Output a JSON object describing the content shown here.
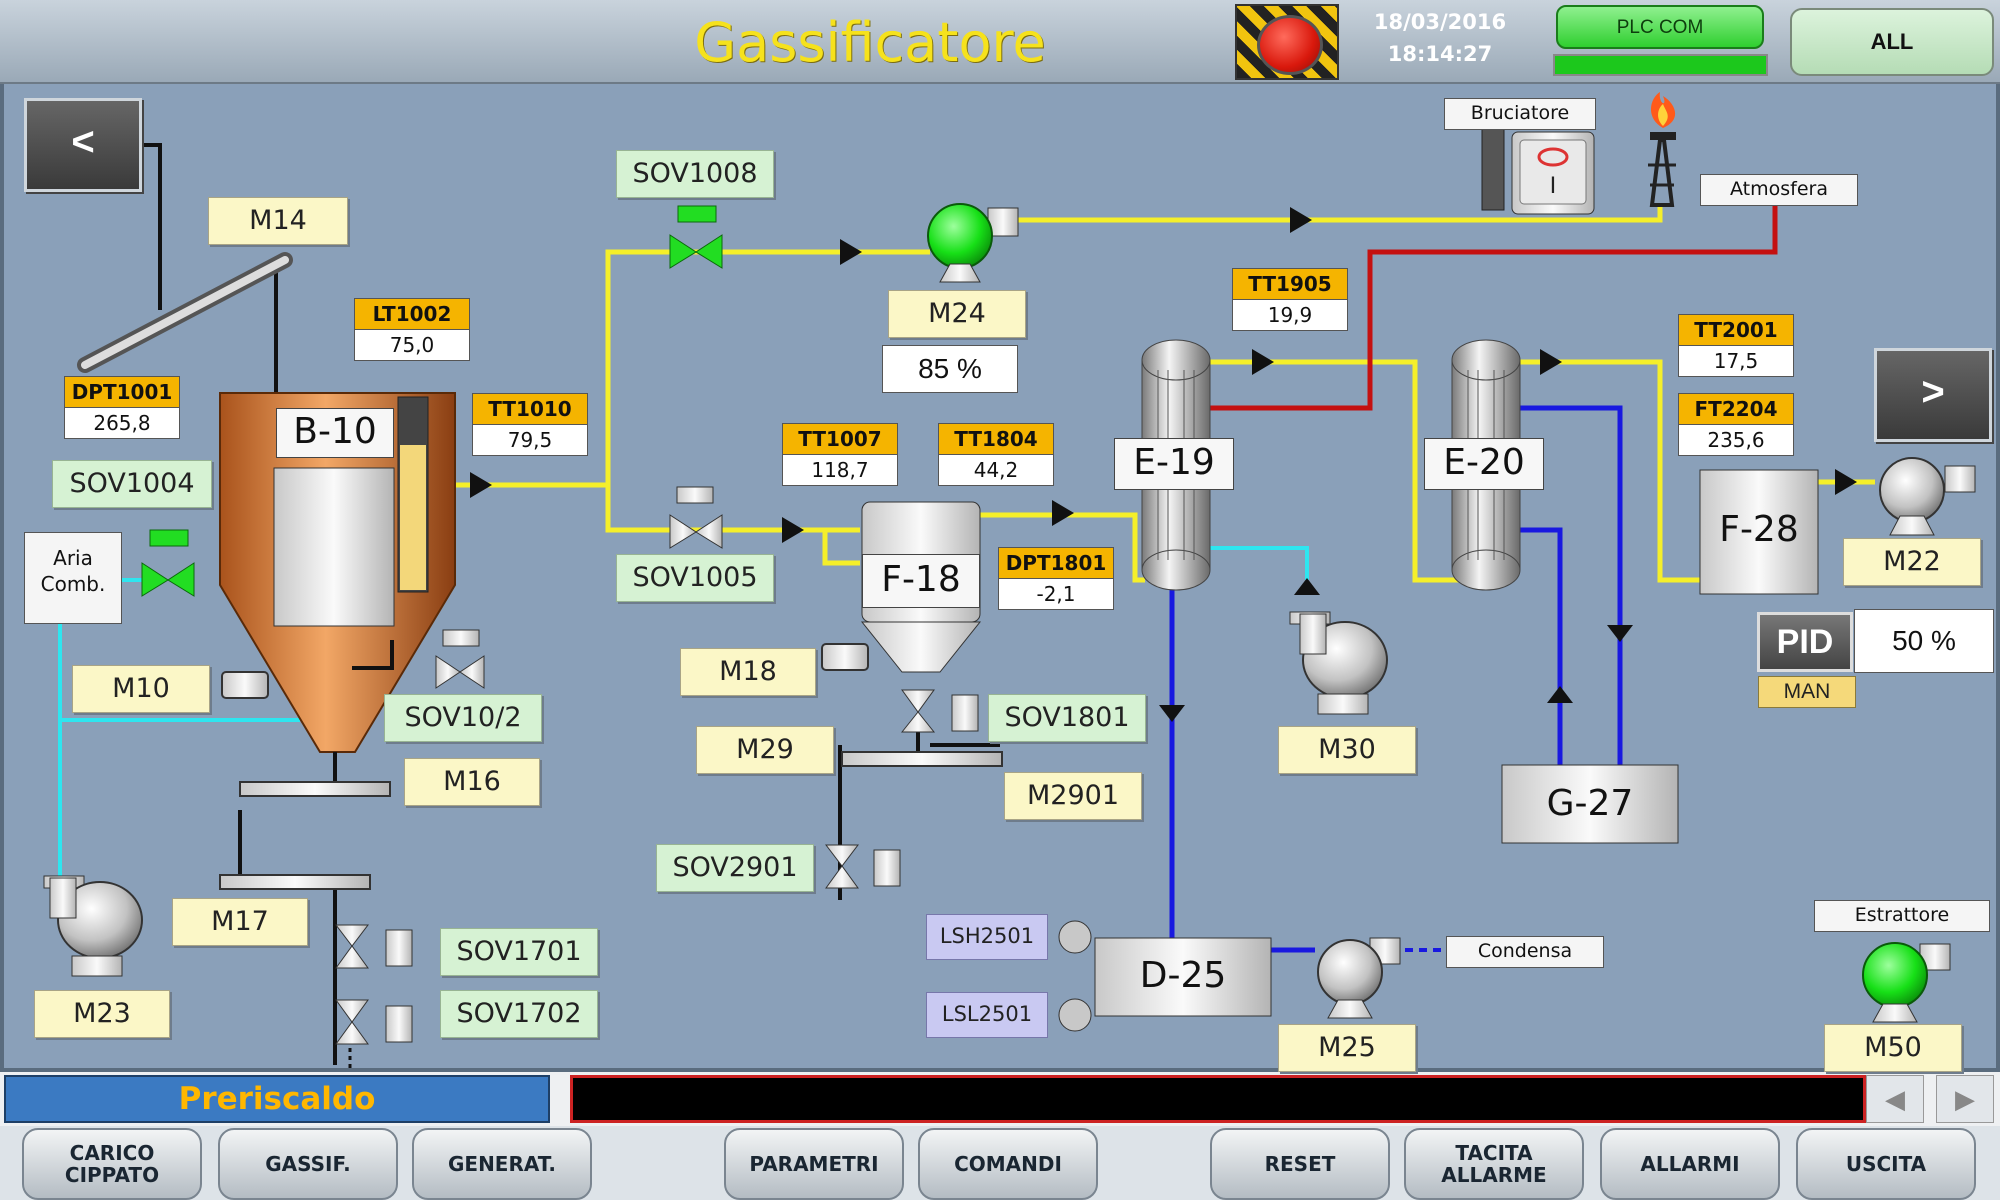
{
  "header": {
    "title": "Gassificatore",
    "date": "18/03/2016",
    "time": "18:14:27",
    "plc_label": "PLC COM",
    "all_label": "ALL"
  },
  "nav": {
    "prev": "<",
    "next": ">"
  },
  "motors": {
    "M14": "M14",
    "M24": "M24",
    "M10": "M10",
    "M16": "M16",
    "M17": "M17",
    "M18": "M18",
    "M29": "M29",
    "M2901": "M2901",
    "M30": "M30",
    "M22": "M22",
    "M23": "M23",
    "M25": "M25",
    "M50": "M50"
  },
  "valves": {
    "SOV1008": "SOV1008",
    "SOV1004": "SOV1004",
    "SOV1005": "SOV1005",
    "SOV10_2": "SOV10/2",
    "SOV1801": "SOV1801",
    "SOV2901": "SOV2901",
    "SOV1701": "SOV1701",
    "SOV1702": "SOV1702"
  },
  "tags": [
    {
      "name": "LT1002",
      "value": "75,0"
    },
    {
      "name": "DPT1001",
      "value": "265,8"
    },
    {
      "name": "TT1010",
      "value": "79,5"
    },
    {
      "name": "TT1007",
      "value": "118,7"
    },
    {
      "name": "TT1804",
      "value": "44,2"
    },
    {
      "name": "DPT1801",
      "value": "-2,1"
    },
    {
      "name": "TT1905",
      "value": "19,9"
    },
    {
      "name": "TT2001",
      "value": "17,5"
    },
    {
      "name": "FT2204",
      "value": "235,6"
    }
  ],
  "equipment": {
    "B10": "B-10",
    "F18": "F-18",
    "E19": "E-19",
    "E20": "E-20",
    "F28": "F-28",
    "G27": "G-27",
    "D25": "D-25"
  },
  "small_labels": {
    "aria": "Aria\nComb.",
    "bruciatore": "Bruciatore",
    "atmosfera": "Atmosfera",
    "condensa": "Condensa",
    "estrattore": "Estrattore"
  },
  "levels": {
    "LSH2501": "LSH2501",
    "LSL2501": "LSL2501"
  },
  "readouts": {
    "m24_speed": "85 %",
    "pid_label": "PID",
    "pid_value": "50 %",
    "pid_mode": "MAN"
  },
  "burner_switch_label": "I",
  "status": {
    "phase": "Preriscaldo"
  },
  "scroll": {
    "left": "◀",
    "right": "▶"
  },
  "toolbar": [
    "CARICO\nCIPPATO",
    "GASSIF.",
    "GENERAT.",
    "PARAMETRI",
    "COMANDI",
    "RESET",
    "TACITA\nALLARME",
    "ALLARMI",
    "USCITA"
  ],
  "colors": {
    "pipe_gas": "#f5ef2a",
    "pipe_hot": "#c41010",
    "pipe_water": "#1818e0",
    "pipe_air": "#2ee6f0",
    "motor_on": "#22ee22",
    "motor_off": "#c8c8c8"
  }
}
